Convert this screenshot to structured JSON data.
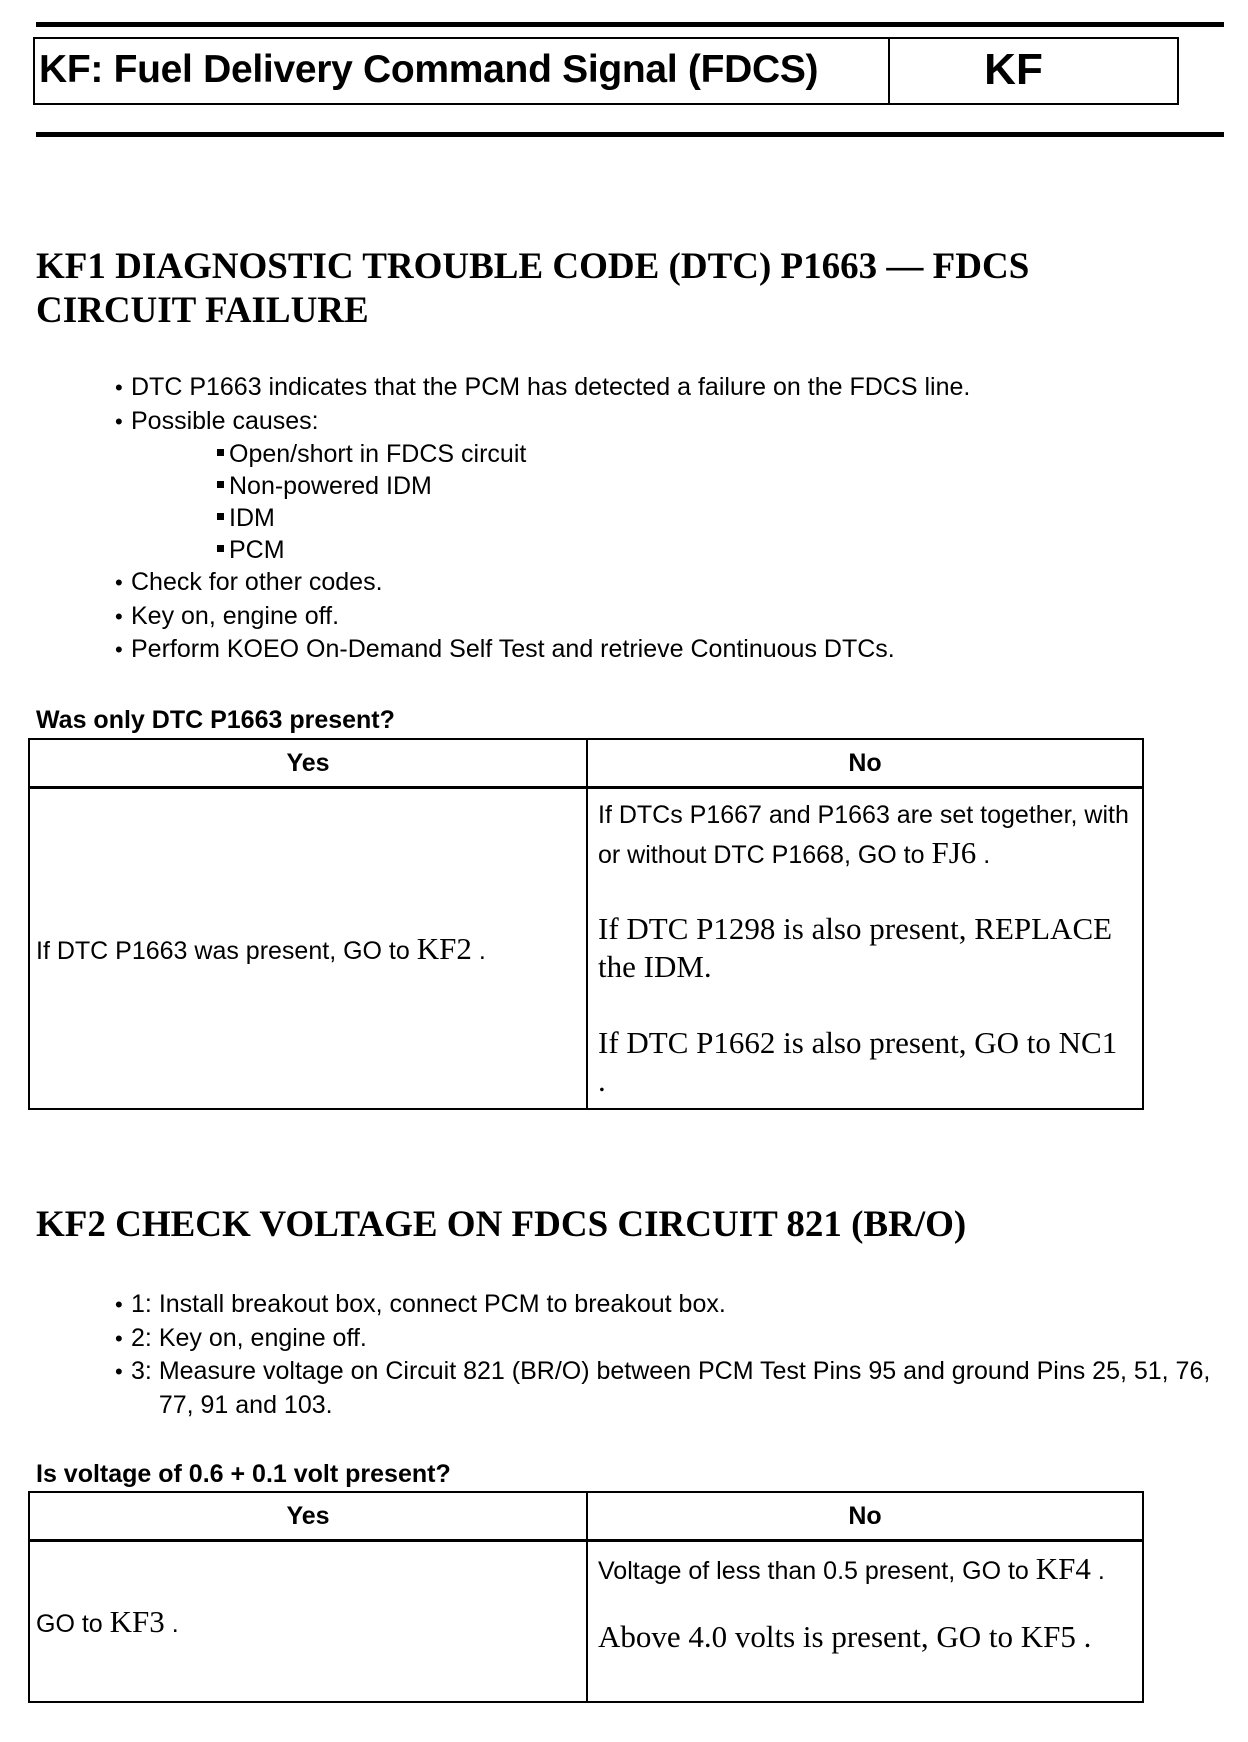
{
  "header": {
    "title": "KF: Fuel Delivery Command Signal (FDCS)",
    "code": "KF"
  },
  "kf1": {
    "heading_line1": "KF1 DIAGNOSTIC TROUBLE CODE (DTC) P1663 — FDCS",
    "heading_line2": "CIRCUIT FAILURE",
    "bullets": [
      "DTC P1663 indicates that the PCM has detected a failure on the FDCS line.",
      "Possible causes:",
      "Check for other codes.",
      "Key on, engine off.",
      "Perform KOEO On-Demand Self Test and retrieve Continuous DTCs."
    ],
    "causes": [
      "Open/short in FDCS circuit",
      "Non-powered IDM",
      "IDM",
      "PCM"
    ],
    "question": "Was only DTC P1663 present?",
    "yes_header": "Yes",
    "no_header": "No",
    "yes_text": "If DTC P1663 was present, GO to",
    "yes_link": "KF2",
    "yes_end": " .",
    "no_text_1": "If DTCs P1667 and P1663 are set together, with or without DTC P1668, GO to",
    "no_link_1": "FJ6",
    "no_end_1": " .",
    "no_text_2": "If DTC P1298 is also present, REPLACE the IDM.",
    "no_text_3": "If DTC P1662 is also present, GO to NC1 ."
  },
  "kf2": {
    "heading": "KF2 CHECK VOLTAGE ON FDCS CIRCUIT 821 (BR/O)",
    "steps": [
      {
        "num": "1:",
        "text": "Install breakout box, connect PCM to breakout box."
      },
      {
        "num": "2:",
        "text": "Key on, engine off."
      },
      {
        "num": "3:",
        "text": "Measure voltage on Circuit 821 (BR/O) between PCM Test Pins 95 and ground Pins 25, 51, 76, 77, 91 and 103."
      }
    ],
    "question": "Is voltage of 0.6 + 0.1 volt present?",
    "yes_header": "Yes",
    "no_header": "No",
    "yes_text": "GO to",
    "yes_link": "KF3",
    "yes_end": " .",
    "no_text_1": "Voltage of less than 0.5 present, GO to",
    "no_link_1": "KF4",
    "no_end_1": " .",
    "no_text_2": "Above 4.0 volts is present, GO to KF5 ."
  }
}
